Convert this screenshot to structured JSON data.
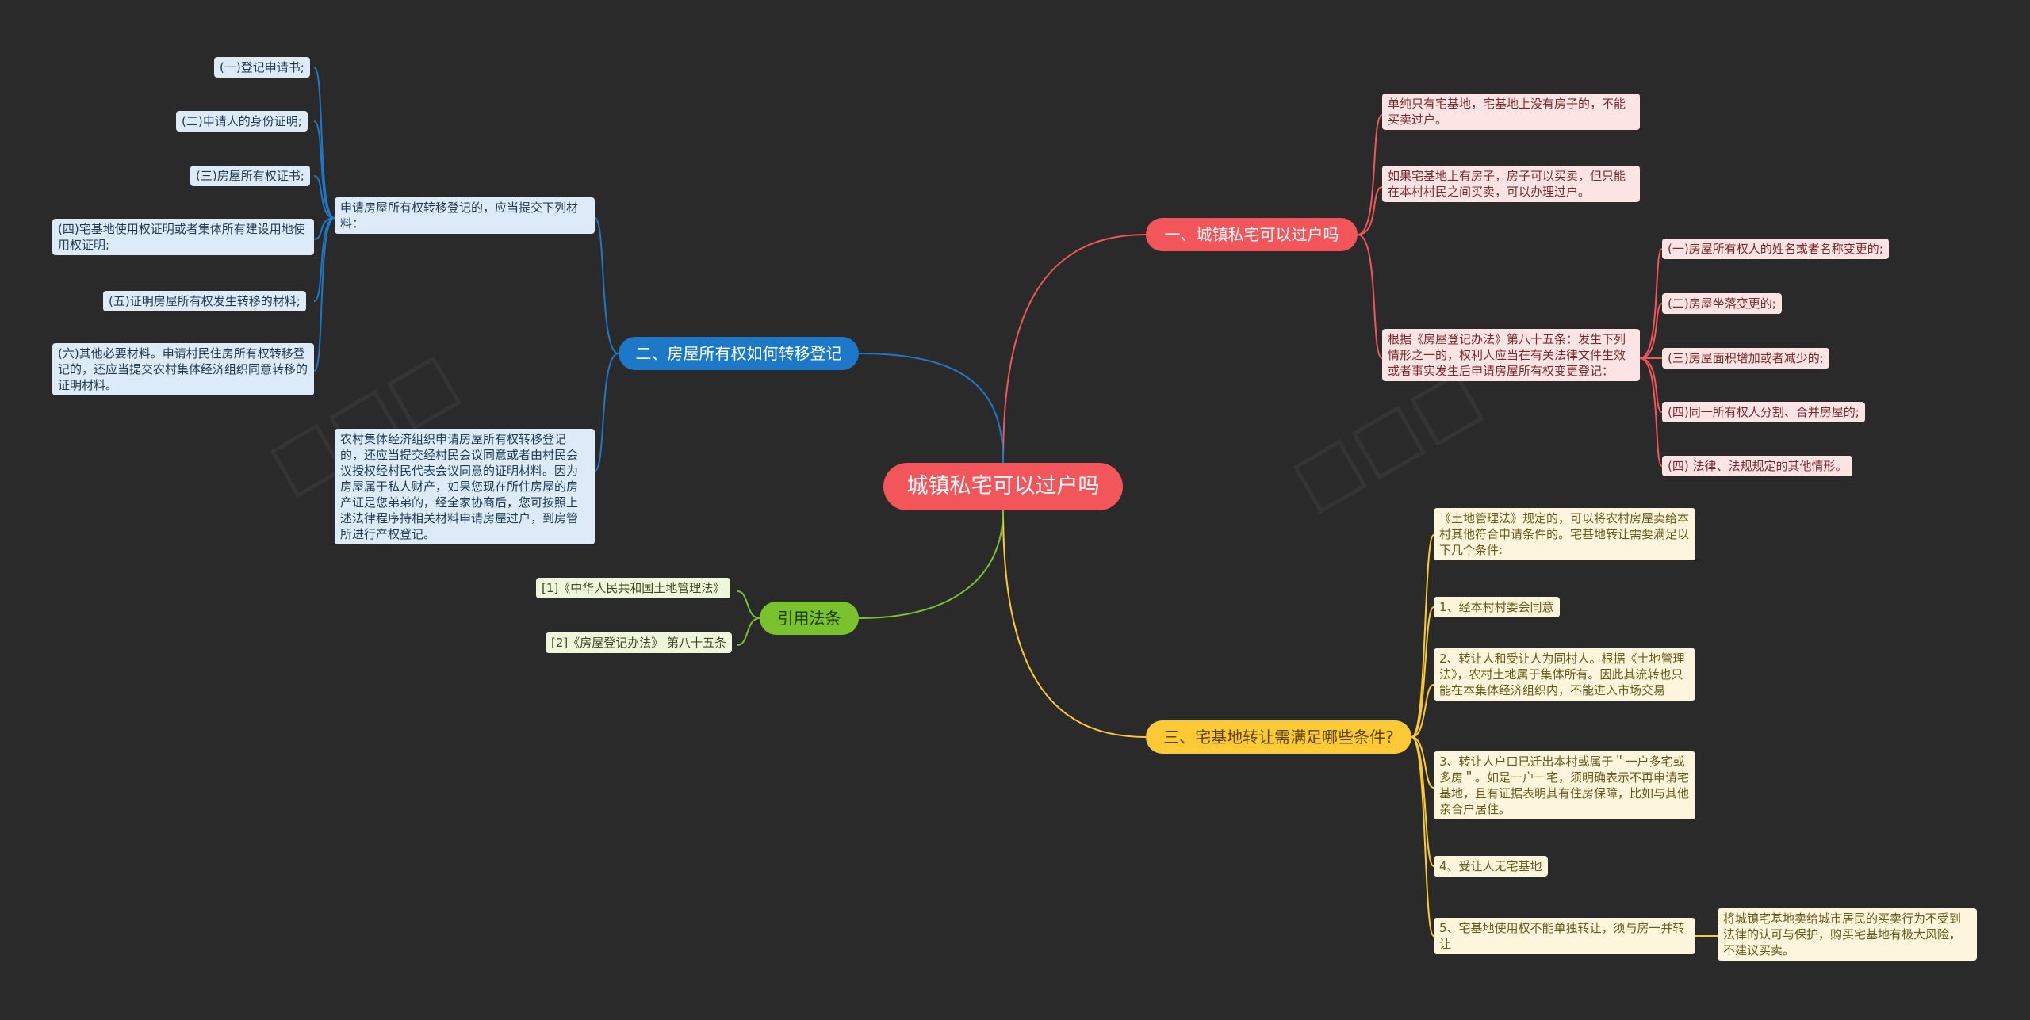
{
  "root": "城镇私宅可以过户吗",
  "colors": {
    "red": "#f2555a",
    "blue": "#1e78c8",
    "yellow": "#fdc935",
    "green": "#79c22e",
    "background": "#2a2a2a"
  },
  "b1": {
    "title": "一、城镇私宅可以过户吗",
    "items": [
      "单纯只有宅基地，宅基地上没有房子的，不能买卖过户。",
      "如果宅基地上有房子，房子可以买卖，但只能在本村村民之间买卖，可以办理过户。",
      "根据《房屋登记办法》第八十五条：发生下列情形之一的，权利人应当在有关法律文件生效或者事实发生后申请房屋所有权变更登记："
    ],
    "sub": [
      "(一)房屋所有权人的姓名或者名称变更的;",
      "(二)房屋坐落变更的;",
      "(三)房屋面积增加或者减少的;",
      "(四)同一所有权人分割、合并房屋的;",
      "(四) 法律、法规规定的其他情形。"
    ]
  },
  "b2": {
    "title": "二、房屋所有权如何转移登记",
    "items": [
      "申请房屋所有权转移登记的，应当提交下列材料：",
      "农村集体经济组织申请房屋所有权转移登记的，还应当提交经村民会议同意或者由村民会议授权经村民代表会议同意的证明材料。因为房屋属于私人财产，如果您现在所住房屋的房产证是您弟弟的，经全家协商后，您可按照上述法律程序持相关材料申请房屋过户，到房管所进行产权登记。"
    ],
    "sub": [
      "(一)登记申请书;",
      "(二)申请人的身份证明;",
      "(三)房屋所有权证书;",
      "(四)宅基地使用权证明或者集体所有建设用地使用权证明;",
      "(五)证明房屋所有权发生转移的材料;",
      "(六)其他必要材料。申请村民住房所有权转移登记的，还应当提交农村集体经济组织同意转移的证明材料。"
    ]
  },
  "b3": {
    "title": "三、宅基地转让需满足哪些条件?",
    "items": [
      "《土地管理法》规定的，可以将农村房屋卖给本村其他符合申请条件的。宅基地转让需要满足以下几个条件:",
      "1、经本村村委会同意",
      "2、转让人和受让人为同村人。根据《土地管理法》，农村土地属于集体所有。因此其流转也只能在本集体经济组织内，不能进入市场交易",
      "3、转让人户口已迁出本村或属于＂一户多宅或多房＂。如是一户一宅，须明确表示不再申请宅基地，且有证据表明其有住房保障，比如与其他亲合户居住。",
      "4、受让人无宅基地",
      "5、宅基地使用权不能单独转让，须与房一并转让"
    ],
    "sub": [
      "将城镇宅基地卖给城市居民的买卖行为不受到法律的认可与保护，购买宅基地有极大风险，不建议买卖。"
    ]
  },
  "b4": {
    "title": "引用法条",
    "items": [
      "[1]《中华人民共和国土地管理法》",
      "[2]《房屋登记办法》 第八十五条"
    ]
  }
}
